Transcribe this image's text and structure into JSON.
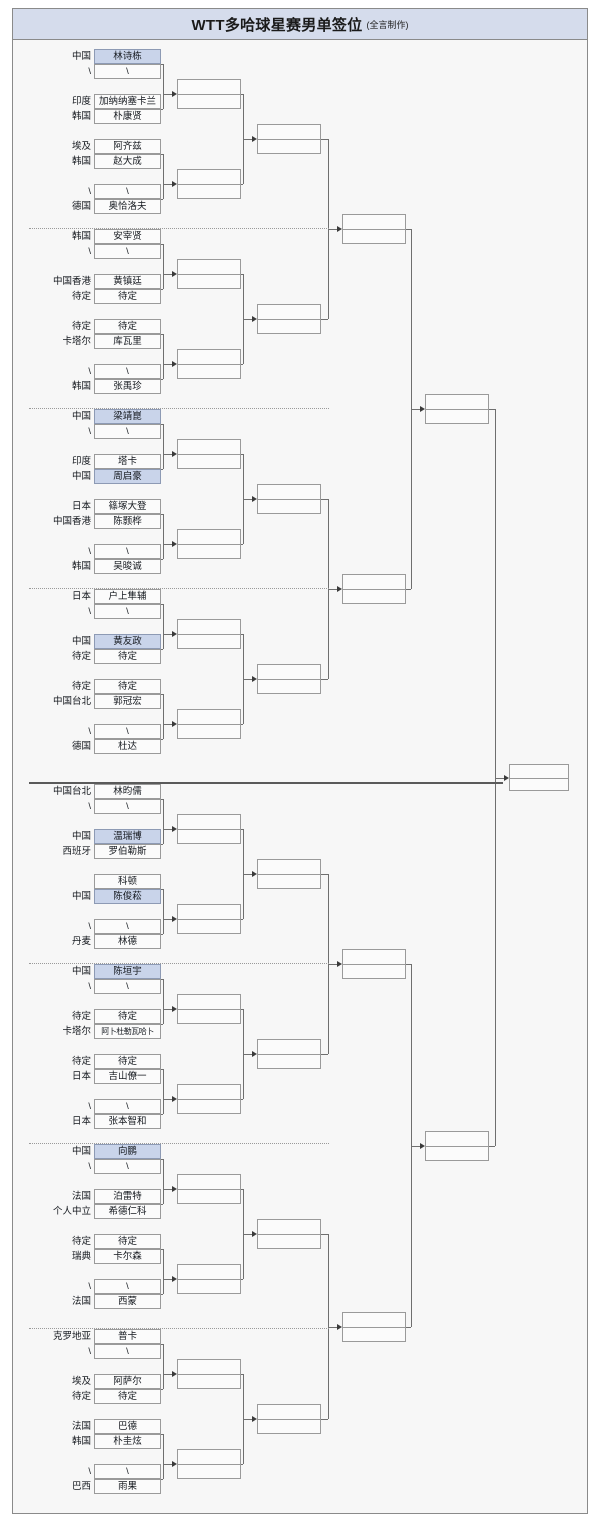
{
  "title": {
    "main": "WTT多哈球星赛男单签位",
    "sub": "(全言制作)"
  },
  "labels": {
    "empty_slot": "\\",
    "tbd": "待定"
  },
  "colors": {
    "title_bg": "#d5dcec",
    "highlight": "#c9d4ea",
    "box_border": "#9a9a9a",
    "page_bg": "#f7f7f7",
    "line": "#6f6f6f"
  },
  "bracket": {
    "rounds": 5,
    "groups": [
      {
        "id": "g1",
        "seeds": [
          {
            "country": "中国",
            "name": "林诗栋",
            "hl": true
          },
          {
            "country": "\\",
            "name": "\\",
            "hl": false
          },
          {
            "country": "印度",
            "name": "加纳纳塞卡兰",
            "hl": false
          },
          {
            "country": "韩国",
            "name": "朴康贤",
            "hl": false
          },
          {
            "country": "埃及",
            "name": "阿齐兹",
            "hl": false
          },
          {
            "country": "韩国",
            "name": "赵大成",
            "hl": false
          },
          {
            "country": "\\",
            "name": "\\",
            "hl": false
          },
          {
            "country": "德国",
            "name": "奥恰洛夫",
            "hl": false
          }
        ]
      },
      {
        "id": "g2",
        "seeds": [
          {
            "country": "韩国",
            "name": "安宰贤",
            "hl": false
          },
          {
            "country": "\\",
            "name": "\\",
            "hl": false
          },
          {
            "country": "中国香港",
            "name": "黄镇廷",
            "hl": false
          },
          {
            "country": "待定",
            "name": "待定",
            "hl": false
          },
          {
            "country": "待定",
            "name": "待定",
            "hl": false
          },
          {
            "country": "卡塔尔",
            "name": "库瓦里",
            "hl": false
          },
          {
            "country": "\\",
            "name": "\\",
            "hl": false
          },
          {
            "country": "韩国",
            "name": "张禹珍",
            "hl": false
          }
        ]
      },
      {
        "id": "g3",
        "seeds": [
          {
            "country": "中国",
            "name": "梁靖崑",
            "hl": true
          },
          {
            "country": "\\",
            "name": "\\",
            "hl": false
          },
          {
            "country": "印度",
            "name": "塔卡",
            "hl": false
          },
          {
            "country": "中国",
            "name": "周启豪",
            "hl": true
          },
          {
            "country": "日本",
            "name": "篠塚大登",
            "hl": false
          },
          {
            "country": "中国香港",
            "name": "陈颢桦",
            "hl": false
          },
          {
            "country": "\\",
            "name": "\\",
            "hl": false
          },
          {
            "country": "韩国",
            "name": "吴晙诚",
            "hl": false
          }
        ]
      },
      {
        "id": "g4",
        "seeds": [
          {
            "country": "日本",
            "name": "户上隼辅",
            "hl": false
          },
          {
            "country": "\\",
            "name": "\\",
            "hl": false
          },
          {
            "country": "中国",
            "name": "黄友政",
            "hl": true
          },
          {
            "country": "待定",
            "name": "待定",
            "hl": false
          },
          {
            "country": "待定",
            "name": "待定",
            "hl": false
          },
          {
            "country": "中国台北",
            "name": "郭冠宏",
            "hl": false
          },
          {
            "country": "\\",
            "name": "\\",
            "hl": false
          },
          {
            "country": "德国",
            "name": "杜达",
            "hl": false
          }
        ]
      },
      {
        "id": "g5",
        "seeds": [
          {
            "country": "中国台北",
            "name": "林昀儒",
            "hl": false
          },
          {
            "country": "\\",
            "name": "\\",
            "hl": false
          },
          {
            "country": "中国",
            "name": "温瑞博",
            "hl": true
          },
          {
            "country": "西班牙",
            "name": "罗伯勒斯",
            "hl": false
          },
          {
            "country": "",
            "name": "科顿",
            "hl": false
          },
          {
            "country": "中国",
            "name": "陈俊菘",
            "hl": true
          },
          {
            "country": "\\",
            "name": "\\",
            "hl": false
          },
          {
            "country": "丹麦",
            "name": "林德",
            "hl": false
          }
        ]
      },
      {
        "id": "g6",
        "seeds": [
          {
            "country": "中国",
            "name": "陈垣宇",
            "hl": true
          },
          {
            "country": "\\",
            "name": "\\",
            "hl": false
          },
          {
            "country": "待定",
            "name": "待定",
            "hl": false
          },
          {
            "country": "卡塔尔",
            "name": "阿卜杜勒瓦哈卜",
            "hl": false
          },
          {
            "country": "待定",
            "name": "待定",
            "hl": false
          },
          {
            "country": "日本",
            "name": "吉山僚一",
            "hl": false
          },
          {
            "country": "\\",
            "name": "\\",
            "hl": false
          },
          {
            "country": "日本",
            "name": "张本智和",
            "hl": false
          }
        ]
      },
      {
        "id": "g7",
        "seeds": [
          {
            "country": "中国",
            "name": "向鹏",
            "hl": true
          },
          {
            "country": "\\",
            "name": "\\",
            "hl": false
          },
          {
            "country": "法国",
            "name": "泊雷特",
            "hl": false
          },
          {
            "country": "个人中立",
            "name": "希德仁科",
            "hl": false
          },
          {
            "country": "待定",
            "name": "待定",
            "hl": false
          },
          {
            "country": "瑞典",
            "name": "卡尔森",
            "hl": false
          },
          {
            "country": "\\",
            "name": "\\",
            "hl": false
          },
          {
            "country": "法国",
            "name": "西蒙",
            "hl": false
          }
        ]
      },
      {
        "id": "g8",
        "seeds": [
          {
            "country": "克罗地亚",
            "name": "普卡",
            "hl": false
          },
          {
            "country": "\\",
            "name": "\\",
            "hl": false
          },
          {
            "country": "埃及",
            "name": "阿萨尔",
            "hl": false
          },
          {
            "country": "待定",
            "name": "待定",
            "hl": false
          },
          {
            "country": "法国",
            "name": "巴德",
            "hl": false
          },
          {
            "country": "韩国",
            "name": "朴圭炫",
            "hl": false
          },
          {
            "country": "\\",
            "name": "\\",
            "hl": false
          },
          {
            "country": "巴西",
            "name": "雨果",
            "hl": false
          }
        ]
      }
    ]
  }
}
